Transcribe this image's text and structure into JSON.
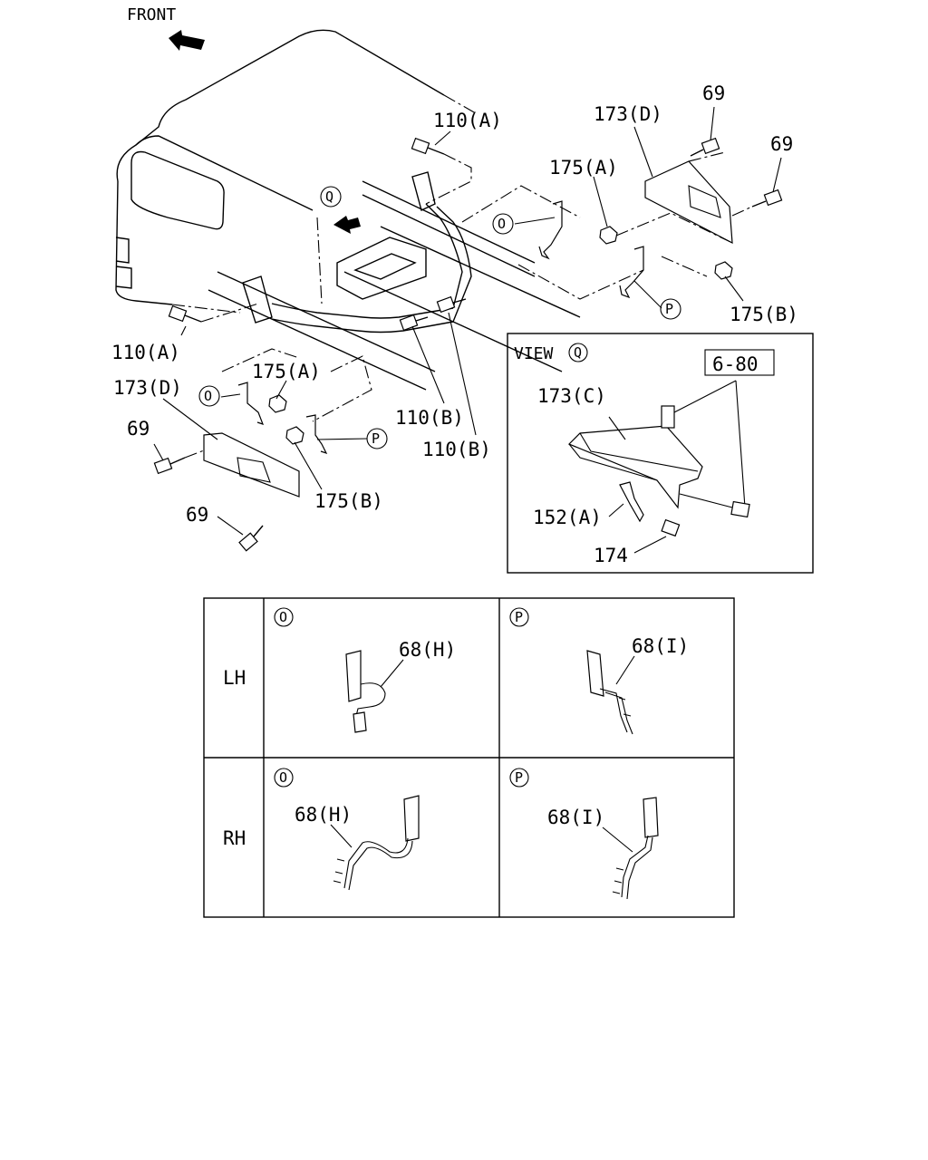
{
  "header": {
    "front_label": "FRONT"
  },
  "labels": {
    "p110a_top": "110(A)",
    "p173d_right": "173(D)",
    "p69_right1": "69",
    "p69_right2": "69",
    "p175a_right": "175(A)",
    "view_q_marker": "Q",
    "o_right": "O",
    "p_right": "P",
    "p175b_right": "175(B)",
    "p110a_left": "110(A)",
    "p173d_left": "173(D)",
    "p175a_left": "175(A)",
    "o_left": "O",
    "p110b_1": "110(B)",
    "p110b_2": "110(B)",
    "p_left": "P",
    "p69_left1": "69",
    "p175b_left": "175(B)",
    "p69_left2": "69"
  },
  "view_q": {
    "title": "VIEW",
    "title_marker": "Q",
    "ref_box": "6-80",
    "p173c": "173(C)",
    "p152a": "152(A)",
    "p174": "174"
  },
  "table": {
    "rows": [
      {
        "side": "LH",
        "cells": [
          {
            "marker": "O",
            "part": "68(H)"
          },
          {
            "marker": "P",
            "part": "68(I)"
          }
        ]
      },
      {
        "side": "RH",
        "cells": [
          {
            "marker": "O",
            "part": "68(H)"
          },
          {
            "marker": "P",
            "part": "68(I)"
          }
        ]
      }
    ]
  }
}
